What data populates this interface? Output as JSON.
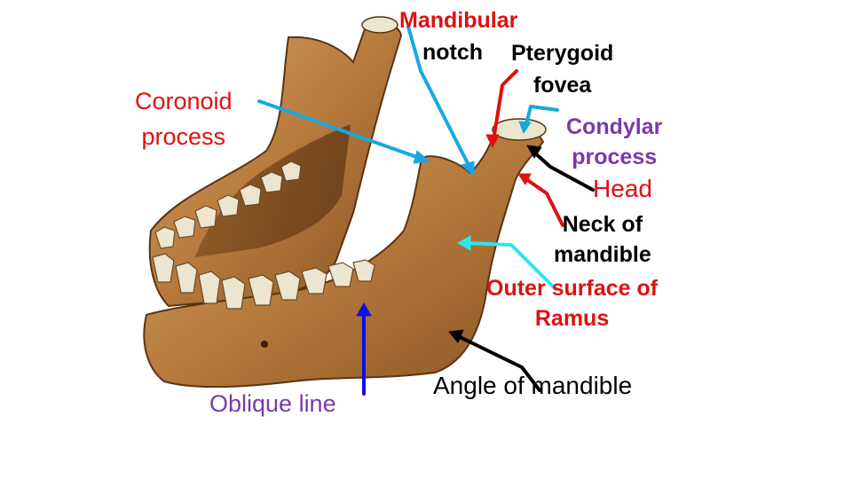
{
  "colors": {
    "bone_light": "#d9a56a",
    "bone_mid": "#b67a3c",
    "bone_dark": "#6e4218",
    "tooth": "#ece5cf",
    "arrow_cyan": "#1aa7e0",
    "arrow_red": "#e01010",
    "arrow_blue": "#1010e0",
    "arrow_black": "#000000",
    "arrow_aqua": "#2ee6ee",
    "text_red": "#e01010",
    "text_purple": "#7a3aa8",
    "text_black": "#000000"
  },
  "labels": {
    "mandibular_notch": [
      "Mandibular",
      "notch"
    ],
    "pterygoid_fovea": [
      "Pterygoid",
      "fovea"
    ],
    "coronoid_process": [
      "Coronoid",
      "process"
    ],
    "condylar_process": [
      "Condylar",
      "process"
    ],
    "head": "Head",
    "neck_of_mandible": [
      "Neck of",
      "mandible"
    ],
    "outer_surface_of_ramus": [
      "Outer surface of",
      "Ramus"
    ],
    "oblique_line": "Oblique line",
    "angle_of_mandible": "Angle of mandible"
  }
}
